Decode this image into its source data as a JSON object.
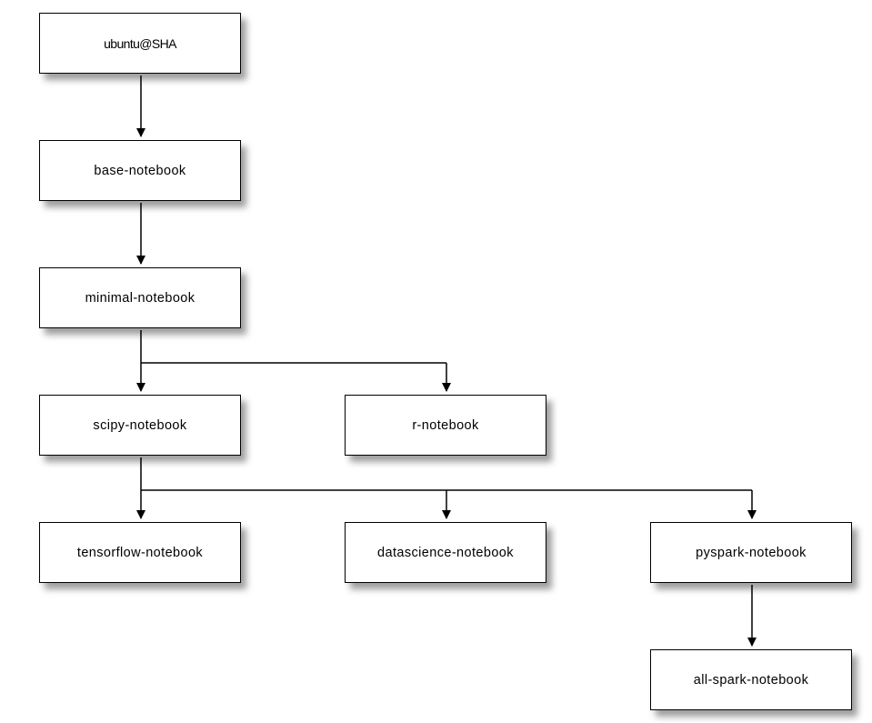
{
  "diagram": {
    "nodes": {
      "ubuntu": "ubuntu@SHA",
      "base": "base-notebook",
      "minimal": "minimal-notebook",
      "scipy": "scipy-notebook",
      "r": "r-notebook",
      "tensorflow": "tensorflow-notebook",
      "datascience": "datascience-notebook",
      "pyspark": "pyspark-notebook",
      "allspark": "all-spark-notebook"
    },
    "edges": [
      [
        "ubuntu",
        "base"
      ],
      [
        "base",
        "minimal"
      ],
      [
        "minimal",
        "scipy"
      ],
      [
        "minimal",
        "r"
      ],
      [
        "scipy",
        "tensorflow"
      ],
      [
        "scipy",
        "datascience"
      ],
      [
        "scipy",
        "pyspark"
      ],
      [
        "pyspark",
        "allspark"
      ]
    ],
    "colors": {
      "border": "#000000",
      "fill": "#ffffff",
      "connector": "#000000"
    }
  }
}
